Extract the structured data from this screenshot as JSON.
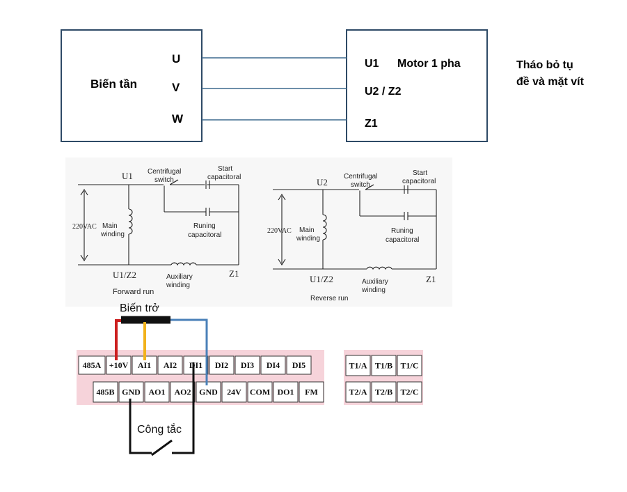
{
  "top": {
    "inverter_label": "Biến tần",
    "inverter_terminals": [
      "U",
      "V",
      "W"
    ],
    "motor_label": "Motor 1 pha",
    "motor_terminals": [
      "U1",
      "U2 / Z2",
      "Z1"
    ],
    "note_line1": "Tháo bỏ tụ",
    "note_line2": "đề và mặt vít"
  },
  "forward": {
    "u1": "U1",
    "centrifugal1": "Centrifugal",
    "centrifugal2": "switch",
    "start1": "Start",
    "start2": "capacitoral",
    "voltage": "220VAC",
    "main1": "Main",
    "main2": "winding",
    "run1": "Runing",
    "run2": "capacitoral",
    "u1z2": "U1/Z2",
    "aux1": "Auxiliary",
    "aux2": "winding",
    "z1": "Z1",
    "caption": "Forward run"
  },
  "reverse": {
    "u2": "U2",
    "centrifugal1": "Centrifugal",
    "centrifugal2": "switch",
    "start1": "Start",
    "start2": "capacitoral",
    "voltage": "220VAC",
    "main1": "Main",
    "main2": "winding",
    "run1": "Runing",
    "run2": "capacitoral",
    "u1z2": "U1/Z2",
    "aux1": "Auxiliary",
    "aux2": "winding",
    "z1": "Z1",
    "caption": "Reverse run"
  },
  "wiring": {
    "potentiometer_label": "Biến trở",
    "switch_label": "Công tắc",
    "colors": {
      "red": "#cc1f1f",
      "yellow": "#f2b21c",
      "blue": "#4a80b8",
      "black": "#111111",
      "terminal_bg": "#f6d3da"
    }
  },
  "terminals": {
    "top_row": [
      "485A",
      "+10V",
      "AI1",
      "AI2",
      "DI1",
      "DI2",
      "DI3",
      "DI4",
      "DI5"
    ],
    "bottom_row": [
      "485B",
      "GND",
      "AO1",
      "AO2",
      "GND",
      "24V",
      "COM",
      "DO1",
      "FM"
    ],
    "relay_top": [
      "T1/A",
      "T1/B",
      "T1/C"
    ],
    "relay_bottom": [
      "T2/A",
      "T2/B",
      "T2/C"
    ]
  }
}
